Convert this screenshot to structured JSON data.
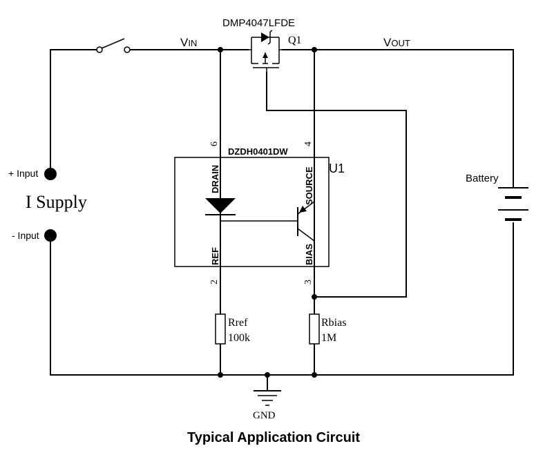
{
  "caption": "Typical Application Circuit",
  "labels": {
    "vin_prefix": "V",
    "vin_sub": "IN",
    "vout_prefix": "V",
    "vout_sub": "OUT",
    "mosfet_part": "DMP4047LFDE",
    "mosfet_ref": "Q1",
    "ic_part": "DZDH0401DW",
    "ic_ref": "U1",
    "pin_drain": "DRAIN",
    "pin_source": "SOURCE",
    "pin_ref": "REF",
    "pin_bias": "BIAS",
    "pin_6": "6",
    "pin_4": "4",
    "pin_2": "2",
    "pin_3": "3",
    "plus_input": "+ Input",
    "minus_input": "- Input",
    "supply": "I Supply",
    "battery": "Battery",
    "rref_name": "Rref",
    "rref_value": "100k",
    "rbias_name": "Rbias",
    "rbias_value": "1M",
    "gnd": "GND"
  }
}
